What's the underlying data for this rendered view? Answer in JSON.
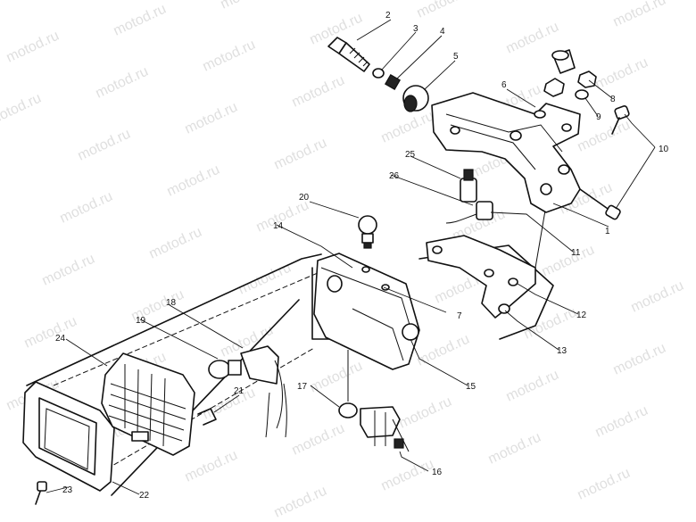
{
  "watermark": "motod.ru",
  "callouts": [
    "1",
    "2",
    "3",
    "4",
    "5",
    "6",
    "7",
    "8",
    "9",
    "10",
    "11",
    "12",
    "13",
    "14",
    "15",
    "16",
    "17",
    "18",
    "19",
    "20",
    "21",
    "22",
    "23",
    "24",
    "25",
    "26"
  ]
}
